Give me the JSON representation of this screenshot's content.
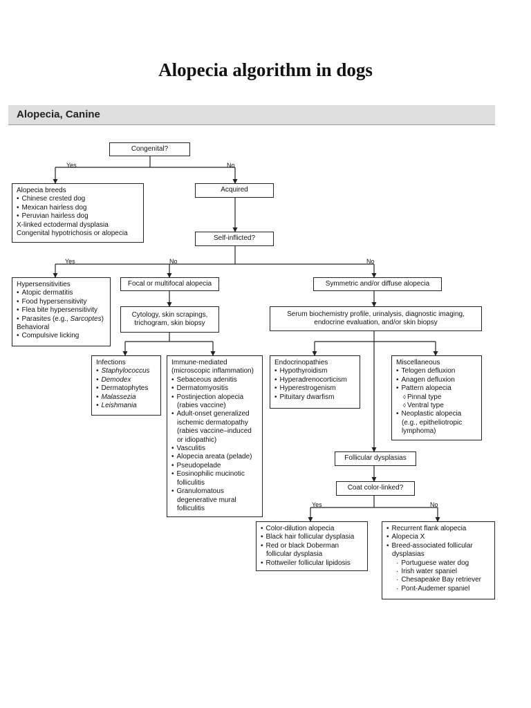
{
  "page": {
    "title": "Alopecia algorithm in dogs"
  },
  "header": {
    "title": "Alopecia, Canine"
  },
  "labels": {
    "yes": "Yes",
    "no": "No"
  },
  "nodes": {
    "congenital": "Congenital?",
    "acquired": "Acquired",
    "self_inflicted": "Self-inflicted?",
    "focal": "Focal or multifocal alopecia",
    "symmetric": "Symmetric and/or diffuse alopecia",
    "cytology": [
      "Cytology, skin scrapings,",
      "trichogram, skin biopsy"
    ],
    "serum": [
      "Serum biochemistry profile, urinalysis, diagnostic imaging,",
      "endocrine evaluation, and/or skin biopsy"
    ],
    "follicular_dysplasias": "Follicular dysplasias",
    "coat_color_linked": "Coat color-linked?"
  },
  "alopecia_breeds": {
    "title": "Alopecia breeds",
    "items": [
      "Chinese crested dog",
      "Mexican hairless dog",
      "Peruvian hairless dog"
    ],
    "extra": [
      "X-linked ectodermal dysplasia",
      "Congenital hypotrichosis or alopecia"
    ]
  },
  "hypersensitivities": {
    "title": "Hypersensitivities",
    "items": [
      "Atopic dermatitis",
      "Food hypersensitivity",
      "Flea bite hypersensitivity"
    ],
    "parasites_prefix": "Parasites (e.g., ",
    "parasites_italic": "Sarcoptes",
    "parasites_suffix": ")",
    "behavioral": "Behavioral",
    "behavioral_items": [
      "Compulsive licking"
    ]
  },
  "infections": {
    "title": "Infections",
    "items": [
      "Staphylococcus",
      "Demodex",
      "Dermatophytes",
      "Malassezia",
      "Leishmania"
    ]
  },
  "immune": {
    "title": "Immune-mediated",
    "subtitle": "(microscopic inflammation)",
    "lines": [
      {
        "b": true,
        "t": "Sebaceous adenitis"
      },
      {
        "b": true,
        "t": "Dermatomyositis"
      },
      {
        "b": true,
        "t": "Postinjection alopecia"
      },
      {
        "b": false,
        "t": "(rabies vaccine)"
      },
      {
        "b": true,
        "t": "Adult-onset generalized"
      },
      {
        "b": false,
        "t": "ischemic dermatopathy"
      },
      {
        "b": false,
        "t": "(rabies vaccine–induced"
      },
      {
        "b": false,
        "t": "or idiopathic)"
      },
      {
        "b": true,
        "t": "Vasculitis"
      },
      {
        "b": true,
        "t": "Alopecia areata (pelade)"
      },
      {
        "b": true,
        "t": "Pseudopelade"
      },
      {
        "b": true,
        "t": "Eosinophilic mucinotic"
      },
      {
        "b": false,
        "t": "folliculitis"
      },
      {
        "b": true,
        "t": "Granulomatous"
      },
      {
        "b": false,
        "t": "degenerative mural"
      },
      {
        "b": false,
        "t": "folliculitis"
      }
    ]
  },
  "endocrinopathies": {
    "title": "Endocrinopathies",
    "items": [
      "Hypothyroidism",
      "Hyperadrenocorticism",
      "Hyperestrogenism",
      "Pituitary dwarfism"
    ]
  },
  "misc": {
    "title": "Miscellaneous",
    "lines": [
      {
        "k": "b",
        "t": "Telogen defluxion"
      },
      {
        "k": "b",
        "t": "Anagen defluxion"
      },
      {
        "k": "b",
        "t": "Pattern alopecia"
      },
      {
        "k": "d",
        "t": "Pinnal type"
      },
      {
        "k": "d",
        "t": "Ventral type"
      },
      {
        "k": "b",
        "t": "Neoplastic alopecia"
      },
      {
        "k": "i",
        "t": "(e.g., epitheliotropic"
      },
      {
        "k": "i",
        "t": "lymphoma)"
      }
    ]
  },
  "color_linked": {
    "lines": [
      {
        "b": true,
        "t": "Color-dilution alopecia"
      },
      {
        "b": true,
        "t": "Black hair follicular dysplasia"
      },
      {
        "b": true,
        "t": "Red or black Doberman"
      },
      {
        "b": false,
        "t": "follicular dysplasia"
      },
      {
        "b": true,
        "t": "Rottweiler follicular lipidosis"
      }
    ]
  },
  "not_color_linked": {
    "lines": [
      {
        "k": "b",
        "t": "Recurrent flank alopecia"
      },
      {
        "k": "b",
        "t": "Alopecia X"
      },
      {
        "k": "b",
        "t": "Breed-associated follicular"
      },
      {
        "k": "i",
        "t": "dysplasias"
      },
      {
        "k": "s",
        "t": "Portuguese water dog"
      },
      {
        "k": "s",
        "t": "Irish water spaniel"
      },
      {
        "k": "s",
        "t": "Chesapeake Bay retriever"
      },
      {
        "k": "s",
        "t": "Pont-Audemer spaniel"
      }
    ]
  }
}
